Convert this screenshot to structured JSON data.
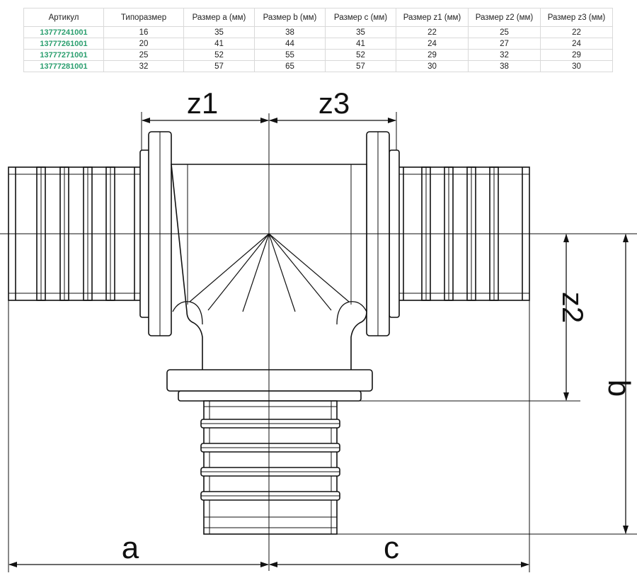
{
  "table": {
    "headers": [
      "Артикул",
      "Типоразмер",
      "Размер a (мм)",
      "Размер b (мм)",
      "Размер c (мм)",
      "Размер z1 (мм)",
      "Размер z2 (мм)",
      "Размер z3 (мм)"
    ],
    "rows": [
      [
        "13777241001",
        "16",
        "35",
        "38",
        "35",
        "22",
        "25",
        "22"
      ],
      [
        "13777261001",
        "20",
        "41",
        "44",
        "41",
        "24",
        "27",
        "24"
      ],
      [
        "13777271001",
        "25",
        "52",
        "55",
        "52",
        "29",
        "32",
        "29"
      ],
      [
        "13777281001",
        "32",
        "57",
        "65",
        "57",
        "30",
        "38",
        "30"
      ]
    ]
  },
  "drawing": {
    "dim_z1": "z1",
    "dim_z3": "z3",
    "dim_z2": "z2",
    "dim_a": "a",
    "dim_b": "b",
    "dim_c": "c"
  },
  "colors": {
    "article": "#2a9e6e",
    "line": "#111111",
    "grid": "#d9d9d9"
  }
}
